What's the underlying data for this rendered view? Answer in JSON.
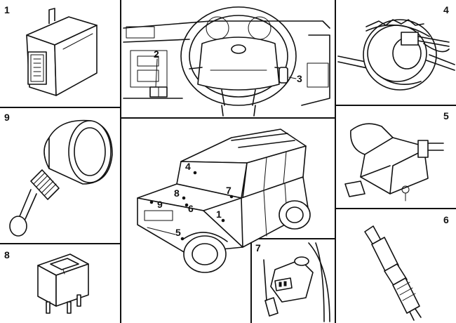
{
  "panels": {
    "p1": {
      "number": "1"
    },
    "p2": {
      "callout_a": "2",
      "callout_b": "3"
    },
    "p4": {
      "number": "4"
    },
    "p5": {
      "number": "5"
    },
    "p6": {
      "number": "6"
    },
    "p7": {
      "number": "7"
    },
    "p8": {
      "number": "8"
    },
    "p9": {
      "number": "9"
    }
  },
  "vehicle_callouts": {
    "c1": "1",
    "c4": "4",
    "c5": "5",
    "c6": "6",
    "c7": "7",
    "c8": "8",
    "c9": "9"
  }
}
